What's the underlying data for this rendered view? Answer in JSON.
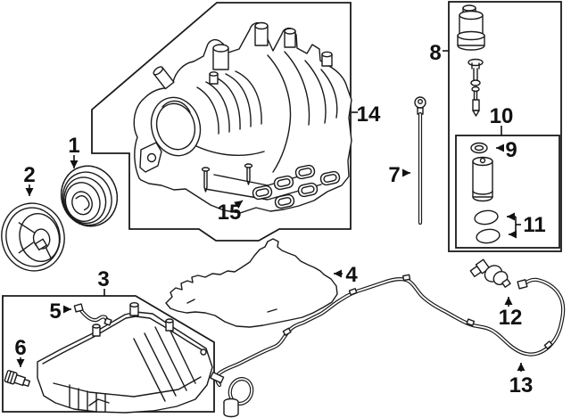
{
  "diagram": {
    "colors": {
      "background": "#ffffff",
      "line": "#1a1a1a"
    },
    "callouts": [
      {
        "label": "1"
      },
      {
        "label": "2"
      },
      {
        "label": "3"
      },
      {
        "label": "4"
      },
      {
        "label": "5"
      },
      {
        "label": "6"
      },
      {
        "label": "7"
      },
      {
        "label": "8"
      },
      {
        "label": "9"
      },
      {
        "label": "10"
      },
      {
        "label": "11"
      },
      {
        "label": "12"
      },
      {
        "label": "13"
      },
      {
        "label": "14"
      },
      {
        "label": "15"
      }
    ]
  }
}
